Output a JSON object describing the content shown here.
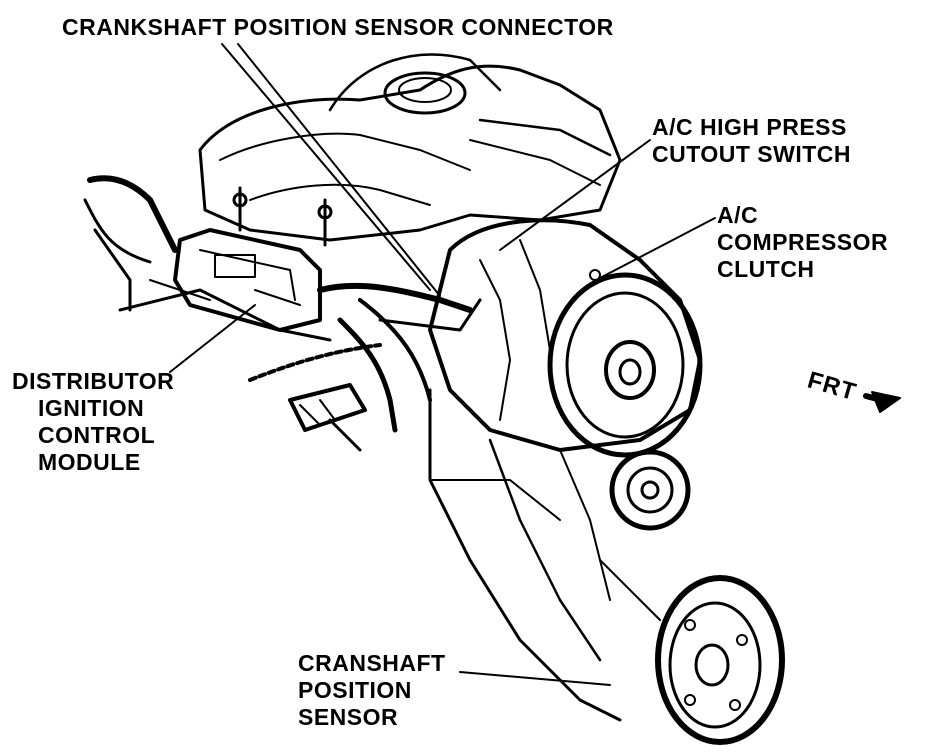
{
  "labels": {
    "crankshaft_connector": "CRANKSHAFT POSITION SENSOR CONNECTOR",
    "ac_high_press": [
      "A/C HIGH PRESS",
      "CUTOUT SWITCH"
    ],
    "ac_compressor_clutch": [
      "A/C",
      "COMPRESSOR",
      "CLUTCH"
    ],
    "distributor_module": [
      "DISTRIBUTOR",
      "IGNITION",
      "CONTROL",
      "MODULE"
    ],
    "cranshaft_sensor": [
      "CRANSHAFT",
      "POSITION",
      "SENSOR"
    ],
    "front": "FRT"
  },
  "colors": {
    "ink": "#000000",
    "paper": "#ffffff"
  }
}
